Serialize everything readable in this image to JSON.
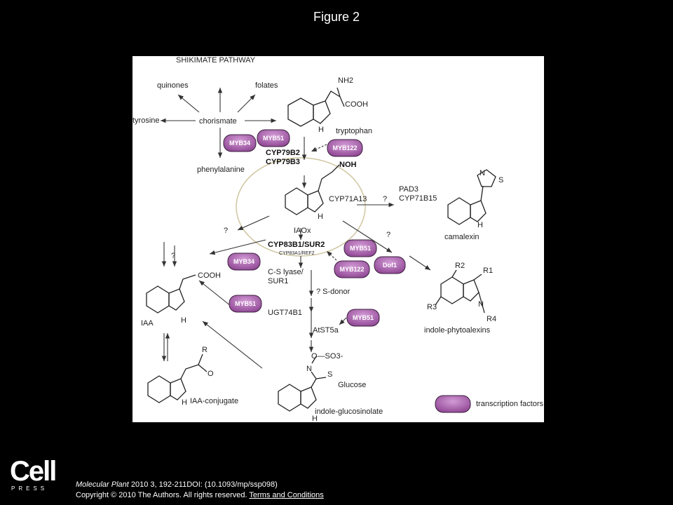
{
  "header": {
    "title": "Figure 2"
  },
  "figure": {
    "labels": {
      "shikimate": "SHIKIMATE PATHWAY",
      "quinones": "quinones",
      "folates": "folates",
      "tyrosine": "tyrosine",
      "chorismate": "chorismate",
      "phenylalanine": "phenylalanine",
      "tryptophan": "tryptophan",
      "nh2": "NH2",
      "cooh_trp": "COOH",
      "cyp79b2": "CYP79B2",
      "cyp79b3": "CYP79B3",
      "noh": "NOH",
      "cyp71a13": "CYP71A13",
      "q1": "?",
      "pad3": "PAD3",
      "cyp71b15": "CYP71B15",
      "camalexin": "camalexin",
      "iaox": "IAOx",
      "q2": "?",
      "q3": "?",
      "q4": "?",
      "cyp83b1": "CYP83B1/SUR2",
      "cyp83a1": "CYP83A1/REF2",
      "cs_lyase": "C-S lyase/",
      "sur1": "SUR1",
      "s_donor": "? S-donor",
      "ugt74b1": "UGT74B1",
      "atst5a": "AtST5a",
      "cooh_iaa": "COOH",
      "iaa": "IAA",
      "r": "R",
      "o": "O",
      "iaa_conjugate": "IAA-conjugate",
      "oso3": "O—SO3-",
      "n_glc": "N",
      "s_glc": "S",
      "glucose": "Glucose",
      "indole_glucosinolate": "indole-glucosinolate",
      "r1": "R1",
      "r2": "R2",
      "r3": "R3",
      "r4": "R4",
      "indole_phytoalexins": "indole-phytoalexins",
      "h": "H",
      "n": "N",
      "s": "S",
      "legend": "transcription factors"
    },
    "transcription_factors": {
      "myb34_a": "MYB34",
      "myb51_a": "MYB51",
      "myb122_a": "MYB122",
      "myb51_b": "MYB51",
      "myb34_b": "MYB34",
      "myb122_b": "MYB122",
      "dof1": "Dof1",
      "myb51_c": "MYB51",
      "myb51_d": "MYB51"
    },
    "colors": {
      "pill": "#a05aa5",
      "pill_border": "#3a1f3d",
      "circle": "#cfc6a0"
    }
  },
  "footer": {
    "logo": "Cell",
    "logo_sub": "PRESS",
    "citation_journal": "Molecular Plant",
    "citation_rest": " 2010 3, 192-211DOI: (10.1093/mp/ssp098)",
    "copyright": "Copyright © 2010 The Authors. All rights reserved.",
    "terms": "Terms and Conditions"
  }
}
